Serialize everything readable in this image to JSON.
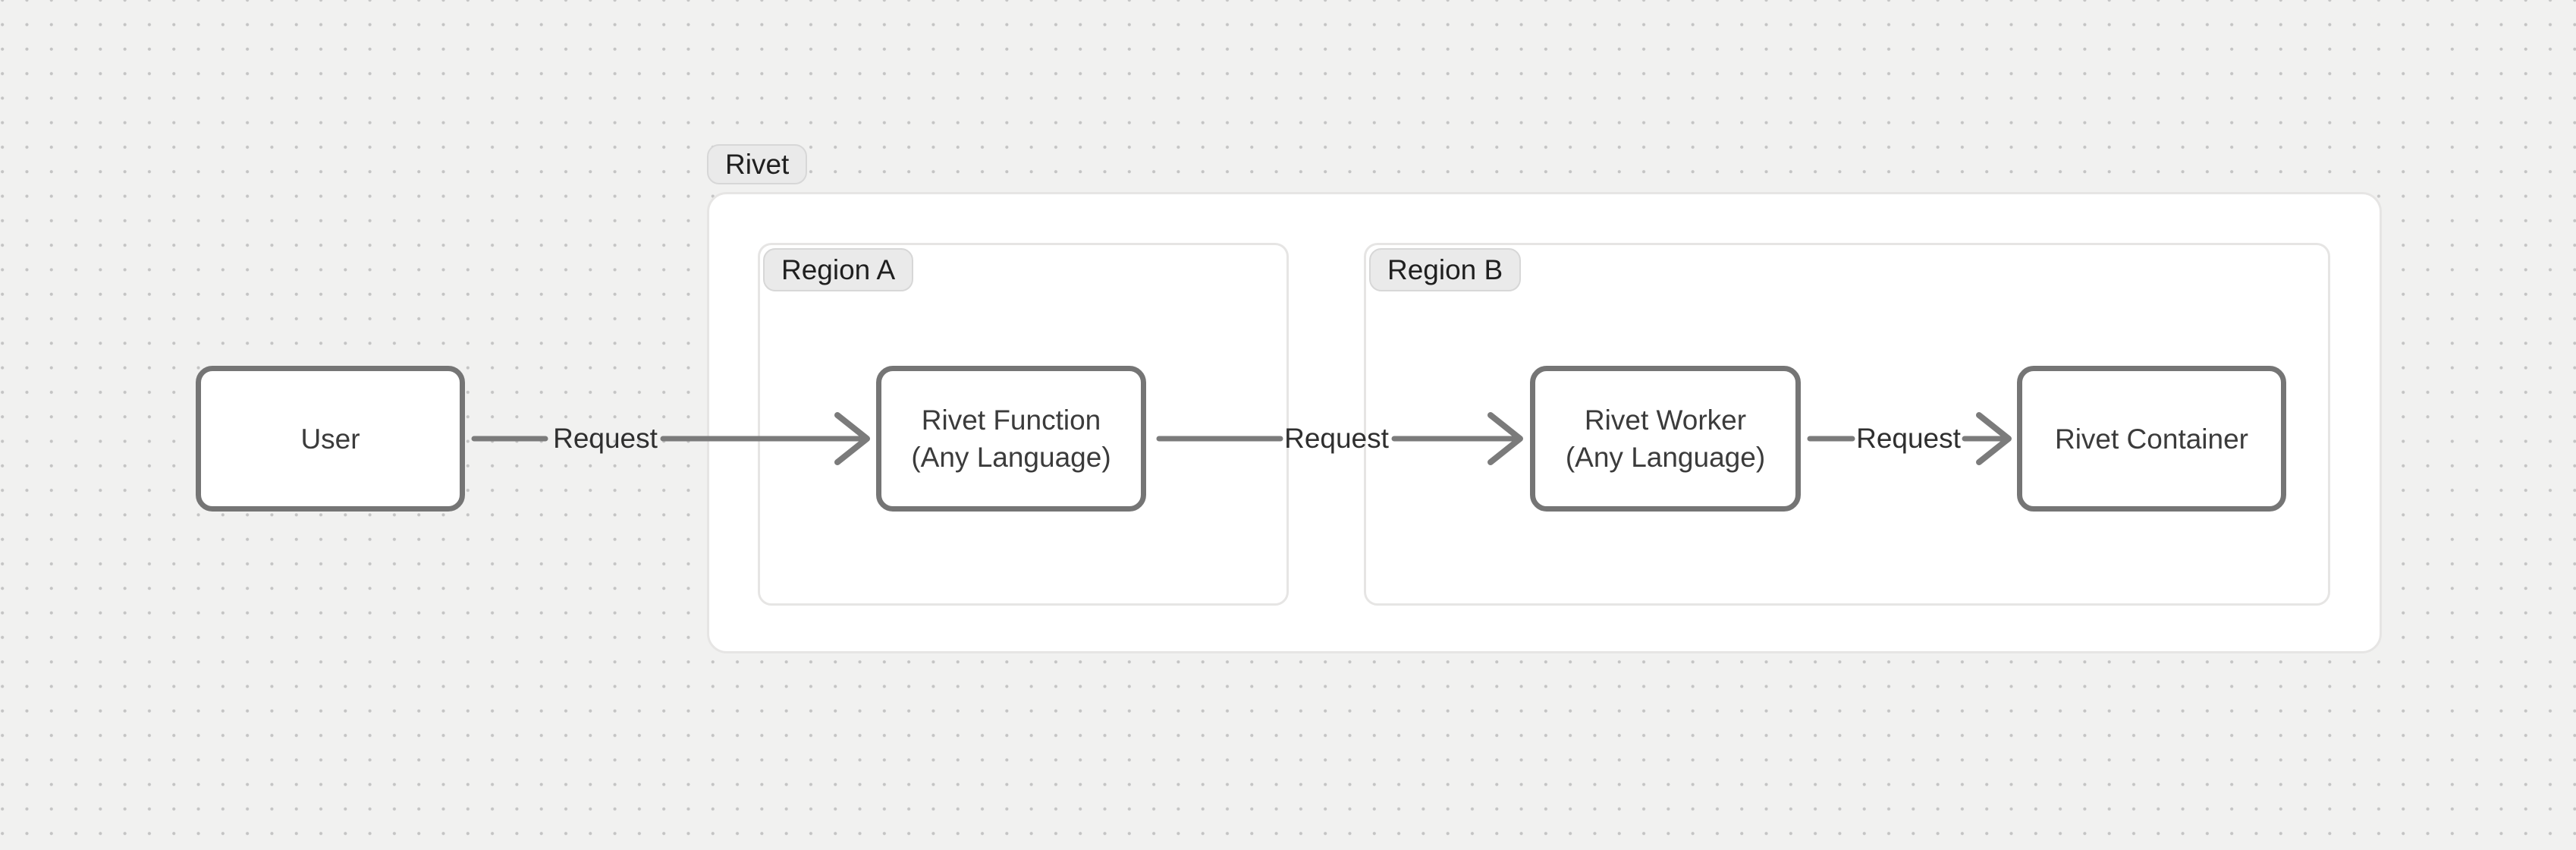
{
  "theme": {
    "canvas_bg": "#f1f1f0",
    "dot_color": "#c4c4c4",
    "group_bg": "#ffffff",
    "group_border": "#e6e5e4",
    "badge_bg": "#eaeaea",
    "badge_border": "#d7d7d7",
    "badge_text": "#1f1f1f",
    "node_bg": "#ffffff",
    "node_border": "#757575",
    "node_text": "#3b3b3b",
    "edge_color": "#7b7b7b",
    "edge_label_text": "#2f2f2f"
  },
  "diagram": {
    "groups": [
      {
        "id": "rivet",
        "label": "Rivet"
      },
      {
        "id": "region-a",
        "label": "Region A"
      },
      {
        "id": "region-b",
        "label": "Region B"
      }
    ],
    "nodes": [
      {
        "id": "user",
        "label": "User"
      },
      {
        "id": "rivet-function",
        "label": "Rivet Function",
        "sublabel": "(Any Language)"
      },
      {
        "id": "rivet-worker",
        "label": "Rivet Worker",
        "sublabel": "(Any Language)"
      },
      {
        "id": "rivet-container",
        "label": "Rivet Container"
      }
    ],
    "edges": [
      {
        "from": "user",
        "to": "rivet-function",
        "label": "Request"
      },
      {
        "from": "rivet-function",
        "to": "rivet-worker",
        "label": "Request"
      },
      {
        "from": "rivet-worker",
        "to": "rivet-container",
        "label": "Request"
      }
    ]
  }
}
